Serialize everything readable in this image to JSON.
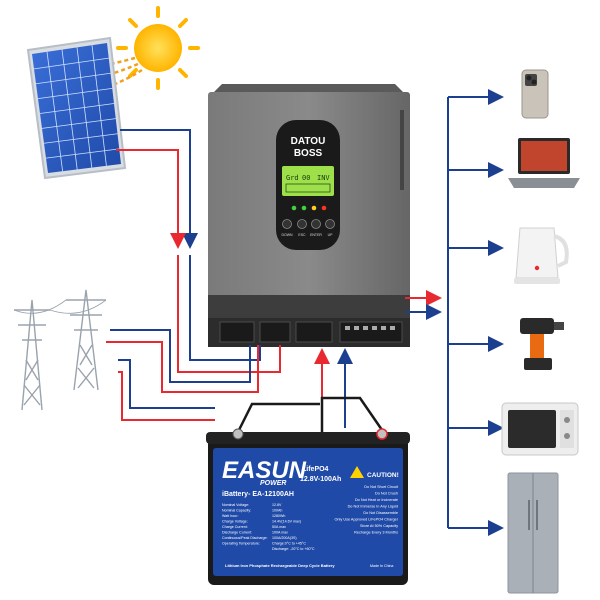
{
  "inverter": {
    "brand_line1": "DATOU",
    "brand_line2": "BOSS",
    "lcd_grid": "Grd",
    "lcd_center": "00",
    "lcd_inv": "INV",
    "buttons": [
      "DOWN",
      "ESC",
      "ENTER",
      "UP"
    ]
  },
  "battery": {
    "logo_main": "EASUN",
    "logo_sub": "POWER",
    "chemistry": "LifePO4",
    "rating": "12.8V-100Ah",
    "model": "iBattery- EA-12100AH",
    "spec_rows": [
      [
        "Nominal Voltage:",
        "12.8V"
      ],
      [
        "Nominal Capacity:",
        "100Ah"
      ],
      [
        "Watt hour:",
        "1280Wh"
      ],
      [
        "Charge Voltage:",
        "14.4V(14.6V max)"
      ],
      [
        "Charge Current:",
        "50A max"
      ],
      [
        "Discharge Current:",
        "100A max"
      ],
      [
        "Continuous/Peak Discharge:",
        "100A/200A(3S)"
      ],
      [
        "Operating Temperature:",
        "Charge:0°C to +45°C"
      ],
      [
        "",
        "Discharge: -20°C to +60°C"
      ]
    ],
    "caution_title": "CAUTION!",
    "caution_lines": [
      "Do Not Short Circuit",
      "Do Not Crush",
      "Do Not Heat or Incinerate",
      "Do Not Immerse In Any Liquid",
      "Do Not Disassemble",
      "Only Use Approved LiFePO4 Charger",
      "Store At 50% Capacity",
      "Recharge Every 3 Months"
    ],
    "footer": "Lithium Iron Phosphate Rechargeable Deep Cycle Battery",
    "made_in": "Made In China"
  },
  "colors": {
    "red_wire": "#e8292f",
    "blue_wire": "#1d3f8f",
    "inverter_body": "#6b6b6b",
    "lcd_green": "#9ee04a",
    "battery_blue": "#1f4aa8"
  },
  "appliances": [
    "smartphone-icon",
    "laptop-icon",
    "kettle-icon",
    "drill-icon",
    "microwave-icon",
    "refrigerator-icon"
  ]
}
